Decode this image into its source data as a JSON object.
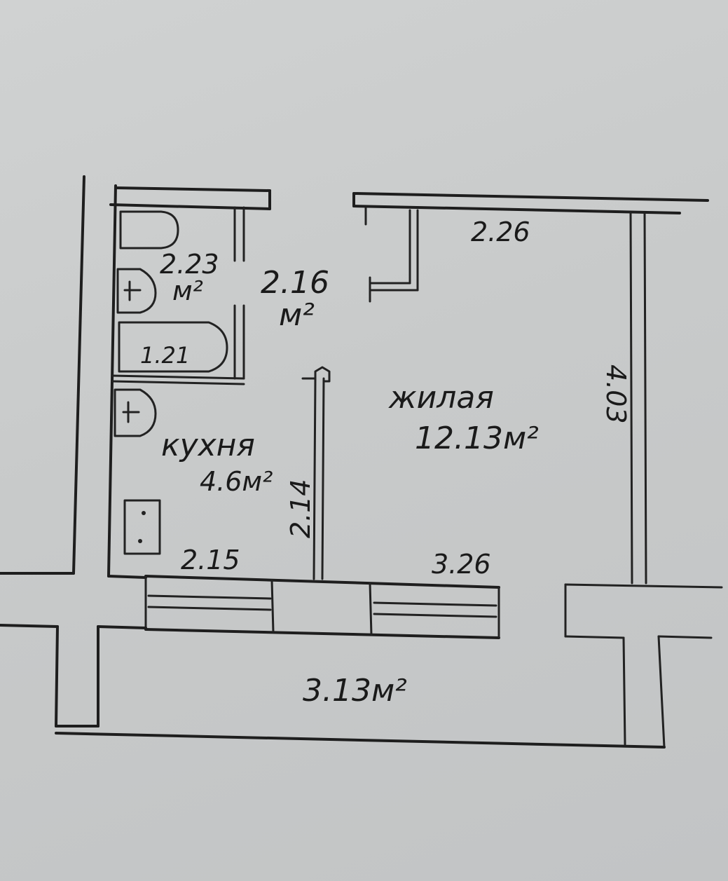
{
  "rooms": {
    "bathroom_a": {
      "area": "2.23",
      "unit": "м²"
    },
    "hall": {
      "area": "2.16",
      "unit": "м²"
    },
    "bathroom_b": {
      "area": "1.21"
    },
    "kitchen": {
      "name": "кухня",
      "area": "4.6м²"
    },
    "living": {
      "name": "жилая",
      "area": "12.13м²"
    },
    "loggia": {
      "area": "3.13м²"
    }
  },
  "dimensions": {
    "living_top": "2.26",
    "living_side": "4.03",
    "kitchen_side": "2.14",
    "kitchen_bottom": "2.15",
    "living_bottom": "3.26"
  },
  "colors": {
    "paper": "#c9cbcb",
    "ink": "#1e1e1e"
  }
}
